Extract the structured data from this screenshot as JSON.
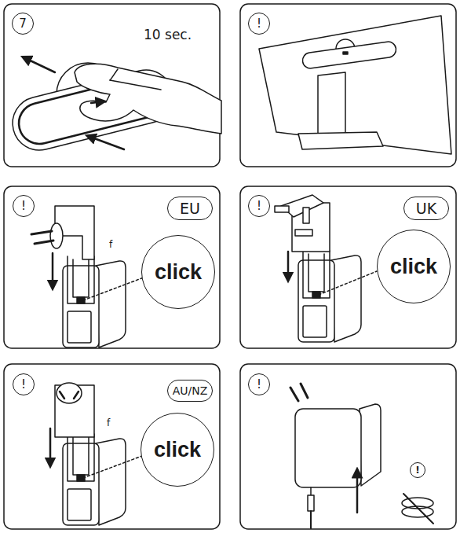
{
  "diagram": {
    "nodes": [
      {
        "text": [
          "7"
        ]
      },
      {
        "text": [
          "!"
        ]
      },
      {
        "text": [
          "!"
        ]
      },
      {
        "text": [
          "EU"
        ]
      },
      {
        "text": [
          "click"
        ]
      },
      {
        "text": [
          "!"
        ]
      },
      {
        "text": [
          "UK"
        ]
      },
      {
        "text": [
          "click"
        ]
      },
      {
        "text": [
          "!"
        ]
      },
      {
        "text": [
          "AU/NZ"
        ]
      },
      {
        "text": [
          "click"
        ]
      },
      {
        "text": [
          "!"
        ]
      },
      {
        "text": [
          "!"
        ]
      }
    ],
    "labels": [
      "10 sec.",
      "f",
      "f"
    ]
  }
}
